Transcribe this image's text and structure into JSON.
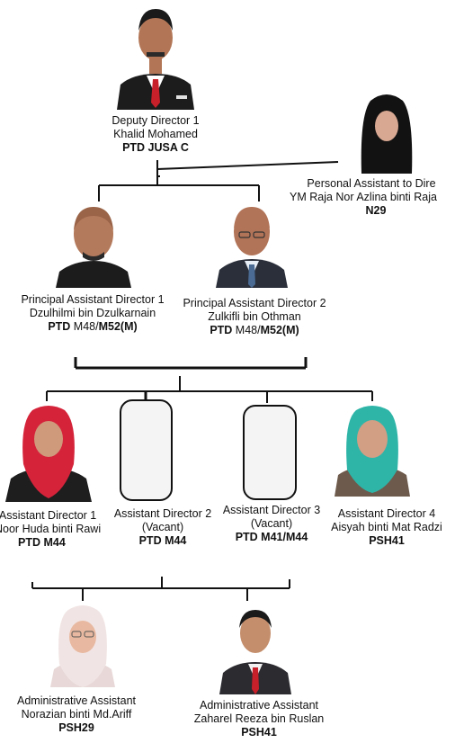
{
  "nodes": {
    "deputy_director": {
      "role": "Deputy Director 1",
      "name": "Khalid Mohamed",
      "grade_bold": "PTD JUSA C",
      "grade_rest": ""
    },
    "personal_assistant": {
      "role": "Personal Assistant to Dire",
      "name": "YM Raja Nor Azlina binti Raja",
      "grade_bold": "N29",
      "grade_rest": ""
    },
    "principal_1": {
      "role": "Principal Assistant Director 1",
      "name": "Dzulhilmi bin Dzulkarnain",
      "grade_a": "PTD",
      "grade_b": " M48/",
      "grade_c": "M52(M)"
    },
    "principal_2": {
      "role": "Principal Assistant Director 2",
      "name": "Zulkifli bin Othman",
      "grade_a": "PTD",
      "grade_b": " M48/",
      "grade_c": "M52(M)"
    },
    "assistant_1": {
      "role": "Assistant Director 1",
      "name": "Noor Huda binti Rawi",
      "grade_bold": "PTD M44"
    },
    "assistant_2": {
      "role": "Assistant Director 2",
      "name": "(Vacant)",
      "grade_bold": "PTD M44"
    },
    "assistant_3": {
      "role": "Assistant Director 3",
      "name": "(Vacant)",
      "grade_bold": "PTD M41/M44"
    },
    "assistant_4": {
      "role": "Assistant Director 4",
      "name": "Aisyah binti Mat Radzi",
      "grade_bold": "PSH41"
    },
    "admin_1": {
      "role": "Administrative Assistant",
      "name": "Norazian binti Md.Ariff",
      "grade_bold": "PSH29"
    },
    "admin_2": {
      "role": "Administrative Assistant",
      "name": "Zaharel Reeza bin Ruslan",
      "grade_bold": "PSH41"
    }
  },
  "colors": {
    "connector": "#111111",
    "suit": "#1c1c1c",
    "skin": "#c89070",
    "hijab_red": "#d5233a",
    "hijab_teal": "#2eb5a8",
    "hijab_cream": "#f1e4e4",
    "tie_red": "#c8202a"
  }
}
